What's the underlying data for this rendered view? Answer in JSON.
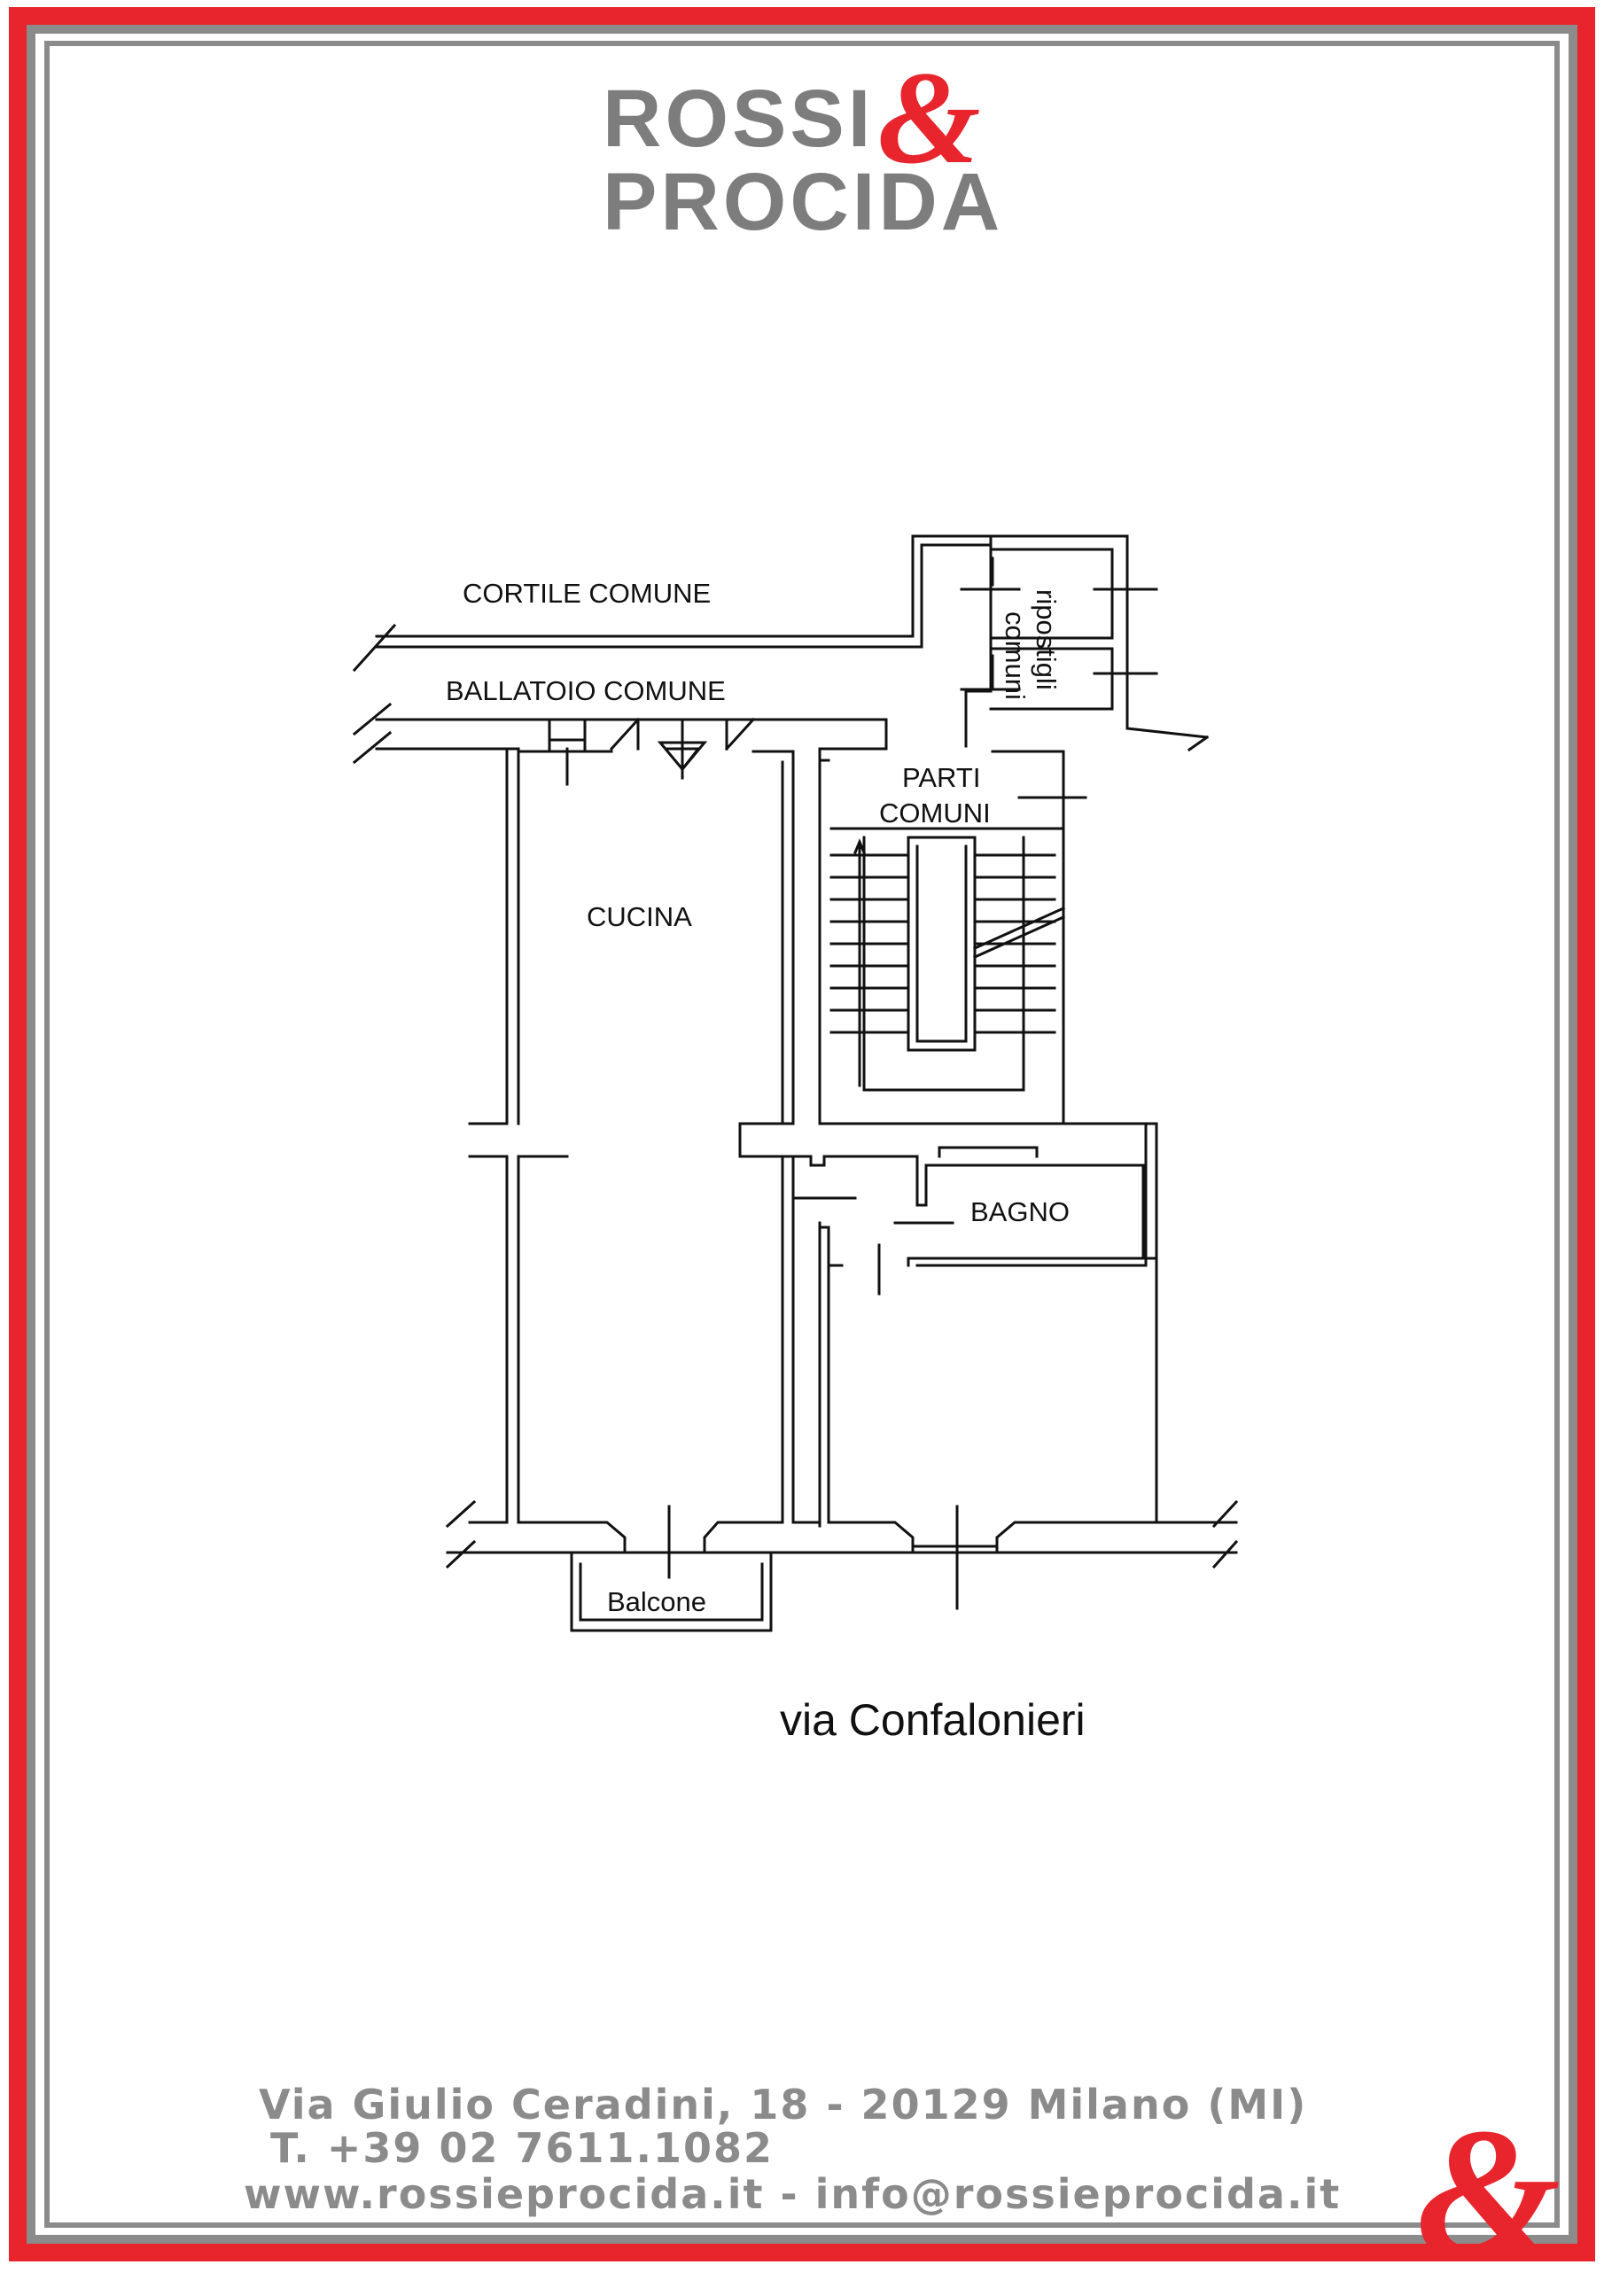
{
  "brand": {
    "name_line1": "ROSSI",
    "name_line2": "PROCIDA",
    "ampersand": "&",
    "colors": {
      "red": "#e8242c",
      "gray": "#7d7d7d"
    }
  },
  "floor_plan": {
    "labels": {
      "cortile": "CORTILE COMUNE",
      "ballatoio": "BALLATOIO COMUNE",
      "ripostigli_line1": "ripostigli",
      "ripostigli_line2": "comuni",
      "parti_line1": "PARTI",
      "parti_line2": "COMUNI",
      "cucina": "CUCINA",
      "bagno": "BAGNO",
      "balcone": "Balcone"
    },
    "street": "via Confalonieri"
  },
  "footer": {
    "address": "Via Giulio Ceradini, 18 - 20129 Milano (MI)",
    "phone": "T. +39 02 7611.1082",
    "web": "www.rossieprocida.it - info@rossieprocida.it",
    "ampersand": "&"
  }
}
